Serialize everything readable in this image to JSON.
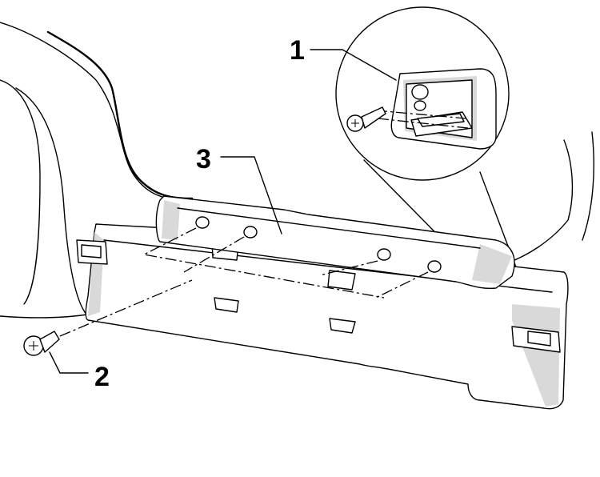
{
  "callouts": {
    "detail_clip": "1",
    "screw": "2",
    "trim_panel": "3"
  },
  "colors": {
    "line": "#000000",
    "background": "#ffffff",
    "shade": "#d9d9d9"
  }
}
